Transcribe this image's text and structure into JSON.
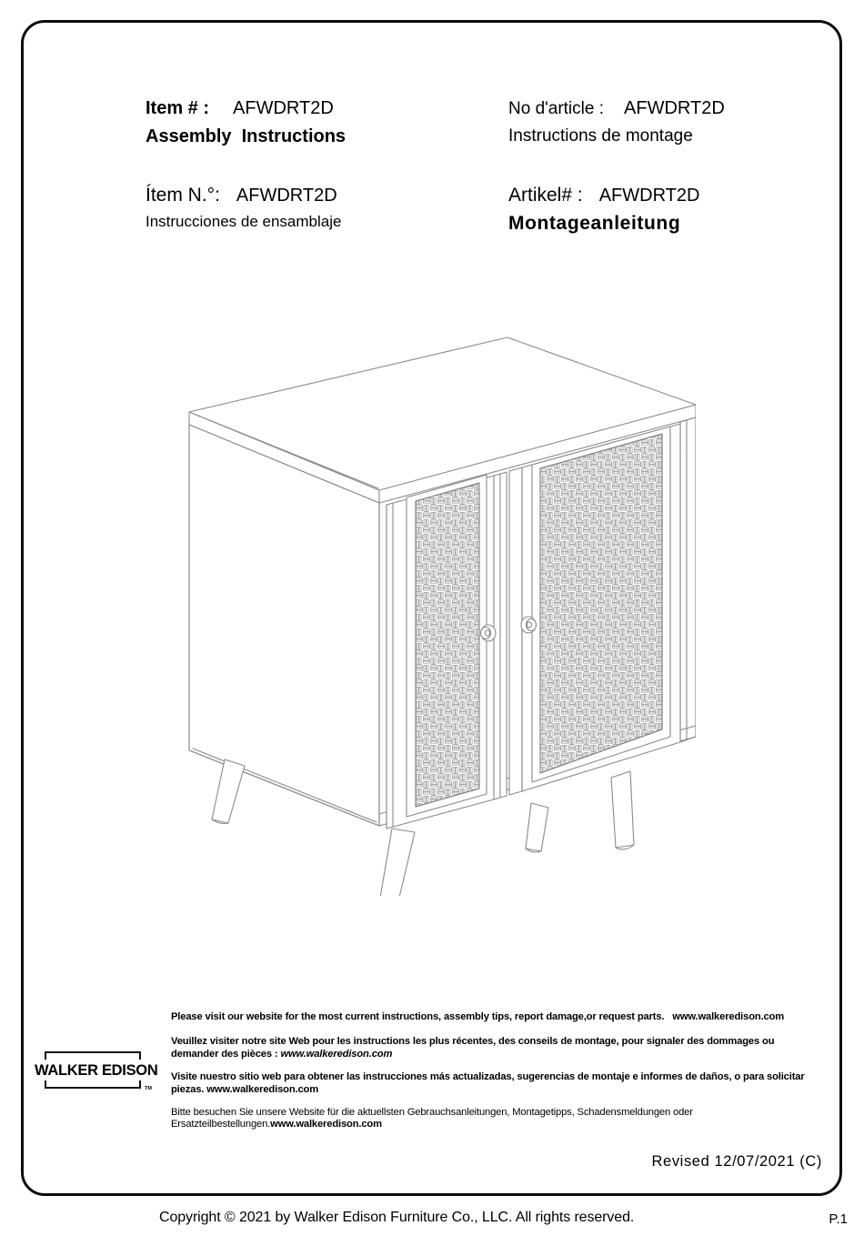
{
  "header": {
    "en": {
      "label": "Item # :",
      "item_number": "AFWDRT2D",
      "subtitle": "Assembly  Instructions"
    },
    "fr": {
      "label": "No d'article :",
      "item_number": "AFWDRT2D",
      "subtitle": "Instructions de montage"
    },
    "es": {
      "label": "Ítem N.°:",
      "item_number": "AFWDRT2D",
      "subtitle": "Instrucciones de ensamblaje"
    },
    "de": {
      "label": "Artikel# :",
      "item_number": "AFWDRT2D",
      "subtitle": "Montageanleitung"
    }
  },
  "illustration": {
    "name": "two-door-rattan-accent-cabinet",
    "description": "Isometric line drawing of a two-door accent cabinet with woven rattan door panels, two round knobs, and four splayed tapered legs"
  },
  "footer_notes": {
    "en_text": "Please visit our website for the most current instructions, assembly tips, report damage,or request parts.",
    "en_url": "www.walkeredison.com",
    "fr_text": "Veuillez visiter notre site Web pour les instructions les plus récentes, des conseils de montage, pour signaler des dommages ou demander des pièces :",
    "fr_url": "www.walkeredison.com",
    "es_text": "Visite nuestro sitio web para obtener las instrucciones más actualizadas, sugerencias de montaje e informes de daños, o para solicitar piezas.",
    "es_url": "www.walkeredison.com",
    "de_text": "Bitte besuchen Sie unsere Website für die aktuellsten Gebrauchsanleitungen, Montagetipps, Schadensmeldungen oder Ersatzteilbestellungen.",
    "de_url": "www.walkeredison.com"
  },
  "logo": {
    "wordmark": "WALKER EDISON",
    "trademark": "TM"
  },
  "revised": "Revised 12/07/2021 (C)",
  "copyright": "Copyright  © 2021 by Walker Edison Furniture Co., LLC. All rights reserved.",
  "page_number": "P.1",
  "colors": {
    "border": "#0c0c0c",
    "text": "#000000",
    "line_art": "#8a8a8a",
    "weave": "#9a9a9a"
  }
}
